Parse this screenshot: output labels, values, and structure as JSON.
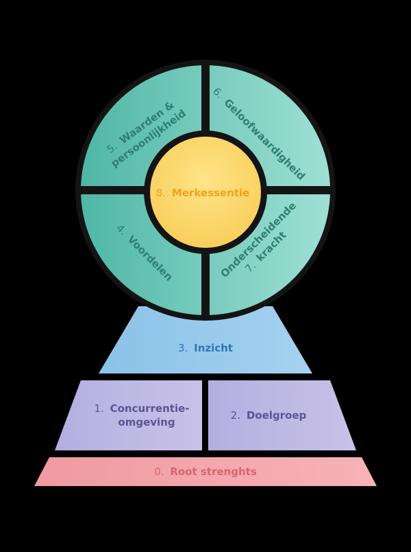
{
  "colors": {
    "background": "#000000",
    "outline": "#141414",
    "teal_light": "#9fe0d5",
    "teal_dark": "#4fb7a5",
    "teal_text": "#2f7f72",
    "core_light": "#ffe487",
    "core_dark": "#f8cd58",
    "core_text": "#f0a21b",
    "blue_light": "#a5d2ef",
    "blue_dark": "#8bc2e8",
    "blue_text": "#2d78b3",
    "purple_light": "#c8c2e8",
    "purple_dark": "#b3aee0",
    "purple_text": "#5c5494",
    "pink_light": "#f7b3b7",
    "pink_dark": "#ef9aa0",
    "pink_text": "#d5676d"
  },
  "core": {
    "num": "8.",
    "label": "Merkessentie"
  },
  "ring": {
    "q5": {
      "num": "5.",
      "line1": "Waarden &",
      "line2": "persoonlijkheid"
    },
    "q6": {
      "num": "6.",
      "label": "Geloofwaardigheid"
    },
    "q4": {
      "num": "4.",
      "label": "Voordelen"
    },
    "q7": {
      "line1": "Onderscheidende",
      "num": "7.",
      "line2": "kracht"
    }
  },
  "pyramid": {
    "insight": {
      "num": "3.",
      "label": "Inzicht"
    },
    "competition": {
      "num": "1.",
      "line1": "Concurrentie-",
      "line2": "omgeving"
    },
    "audience": {
      "num": "2.",
      "label": "Doelgroep"
    },
    "roots": {
      "num": "0.",
      "label": "Root strenghts"
    }
  }
}
